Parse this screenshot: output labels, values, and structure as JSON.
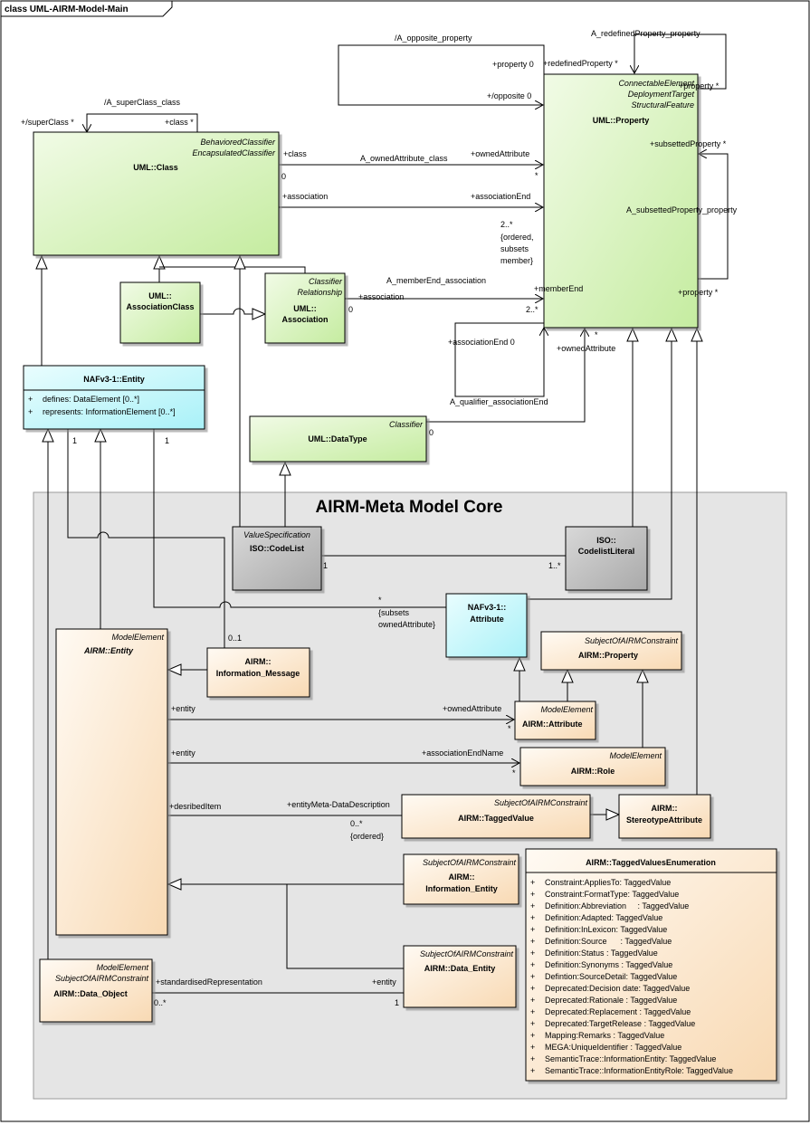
{
  "frame_title": "class UML-AIRM-Model-Main",
  "package": {
    "title": "AIRM-Meta Model Core"
  },
  "classes": {
    "uml_class": {
      "stereotypes": [
        "BehavioredClassifier",
        "EncapsulatedClassifier"
      ],
      "name": "UML::Class"
    },
    "uml_property": {
      "stereotypes": [
        "ConnectableElement",
        "DeploymentTarget",
        "StructuralFeature"
      ],
      "name": "UML::Property"
    },
    "uml_association_class": {
      "name1": "UML::",
      "name2": "AssociationClass"
    },
    "uml_association": {
      "stereotypes": [
        "Classifier",
        "Relationship"
      ],
      "name1": "UML::",
      "name2": "Association"
    },
    "naf_entity": {
      "name": "NAFv3-1::Entity",
      "attributes": [
        {
          "vis": "+",
          "text": "defines: DataElement [0..*]"
        },
        {
          "vis": "+",
          "text": "represents: InformationElement [0..*]"
        }
      ]
    },
    "uml_datatype": {
      "stereotype": "Classifier",
      "name": "UML::DataType"
    },
    "iso_codelist": {
      "stereotype": "ValueSpecification",
      "name": "ISO::CodeList"
    },
    "iso_codelistliteral": {
      "name1": "ISO::",
      "name2": "CodelistLiteral"
    },
    "naf_attribute": {
      "name1": "NAFv3-1::",
      "name2": "Attribute"
    },
    "airm_entity": {
      "stereotype": "ModelElement",
      "name": "AIRM::Entity"
    },
    "airm_information_message": {
      "name1": "AIRM::",
      "name2": "Information_Message"
    },
    "airm_property": {
      "stereotype": "SubjectOfAIRMConstraint",
      "name": "AIRM::Property"
    },
    "airm_attribute": {
      "stereotype": "ModelElement",
      "name": "AIRM::Attribute"
    },
    "airm_role": {
      "stereotype": "ModelElement",
      "name": "AIRM::Role"
    },
    "airm_taggedvalue": {
      "stereotype": "SubjectOfAIRMConstraint",
      "name": "AIRM::TaggedValue"
    },
    "airm_stereotypeattribute": {
      "name1": "AIRM::",
      "name2": "StereotypeAttribute"
    },
    "airm_information_entity": {
      "stereotype": "SubjectOfAIRMConstraint",
      "name1": "AIRM::",
      "name2": "Information_Entity"
    },
    "airm_data_entity": {
      "stereotype": "SubjectOfAIRMConstraint",
      "name": "AIRM::Data_Entity"
    },
    "airm_data_object": {
      "stereotypes": [
        "ModelElement",
        "SubjectOfAIRMConstraint"
      ],
      "name": "AIRM::Data_Object"
    },
    "airm_taggedvalues_enum": {
      "name": "AIRM::TaggedValuesEnumeration",
      "attributes": [
        {
          "vis": "+",
          "text": "Constraint:AppliesTo: TaggedValue"
        },
        {
          "vis": "+",
          "text": "Constraint:FormatType: TaggedValue"
        },
        {
          "vis": "+",
          "text": "Definition:Abbreviation     : TaggedValue"
        },
        {
          "vis": "+",
          "text": "Definition:Adapted: TaggedValue"
        },
        {
          "vis": "+",
          "text": "Definition:InLexicon: TaggedValue"
        },
        {
          "vis": "+",
          "text": "Definition:Source      : TaggedValue"
        },
        {
          "vis": "+",
          "text": "Definition:Status : TaggedValue"
        },
        {
          "vis": "+",
          "text": "Definition:Synonyms : TaggedValue"
        },
        {
          "vis": "+",
          "text": "Defintion:SourceDetail: TaggedValue"
        },
        {
          "vis": "+",
          "text": "Deprecated:Decision date: TaggedValue"
        },
        {
          "vis": "+",
          "text": "Deprecated:Rationale : TaggedValue"
        },
        {
          "vis": "+",
          "text": "Deprecated:Replacement : TaggedValue"
        },
        {
          "vis": "+",
          "text": "Deprecated:TargetRelease : TaggedValue"
        },
        {
          "vis": "+",
          "text": "Mapping:Remarks : TaggedValue"
        },
        {
          "vis": "+",
          "text": "MEGA:UniqueIdentifier : TaggedValue"
        },
        {
          "vis": "+",
          "text": "SemanticTrace::InformationEntity: TaggedValue"
        },
        {
          "vis": "+",
          "text": "SemanticTrace::InformationEntityRole: TaggedValue"
        }
      ]
    }
  },
  "labels": {
    "a_superclass_class": "/A_superClass_class",
    "superclass": "+/superClass *",
    "class_star": "+class *",
    "a_opposite_property": "/A_opposite_property",
    "property_0": "+property 0",
    "opposite_0": "+/opposite 0",
    "a_redefined": "A_redefinedProperty_property",
    "redefined_prop": "+redefinedProperty *",
    "property_star_r": "+property *",
    "subsetted_prop": "+subsettedProperty *",
    "a_subsetted": "A_subsettedProperty_property",
    "property_star_b": "+property *",
    "class_end": "+class",
    "zero_class": "0",
    "a_ownedattr_class": "A_ownedAttribute_class",
    "owned_attribute": "+ownedAttribute",
    "star_oa": "*",
    "association": "+association",
    "association_end": "+associationEnd",
    "two_star": "2..*",
    "ordered": "{ordered,",
    "subsets": "subsets",
    "member": "member}",
    "a_memberend": "A_memberEnd_association",
    "association2": "+association",
    "zero_assoc": "0",
    "member_end": "+memberEnd",
    "two_star2": "2..*",
    "association_end0": "+associationEnd 0",
    "star_q": "*",
    "owned_attribute2": "+ownedAttribute",
    "a_qualifier": "A_qualifier_associationEnd",
    "zero_dt": "0",
    "one_a": "1",
    "one_b": "1",
    "one_codelist": "1",
    "one_star": "1..*",
    "star_subsets": "*",
    "subsets2": "{subsets",
    "owned_attr_sub": "ownedAttribute}",
    "zero_one": "0..1",
    "entity1": "+entity",
    "owned_attribute3": "+ownedAttribute",
    "star_e1": "*",
    "entity2": "+entity",
    "association_end_name": "+associationEndName",
    "star_e2": "*",
    "desribed_item": "+desribedItem",
    "entity_meta": "+entityMeta-DataDescription",
    "zero_star_tv": "0..*",
    "ordered2": "{ordered}",
    "standardised": "+standardisedRepresentation",
    "entity3": "+entity",
    "zero_star_do": "0..*",
    "one_de": "1"
  },
  "colors": {
    "uml_green": "#d9f2bf",
    "naf_cyan": "#ccf7fb",
    "iso_gray": "#c2c2c2",
    "airm_peach": "#fde9d2",
    "package_gray": "#e5e5e5"
  }
}
